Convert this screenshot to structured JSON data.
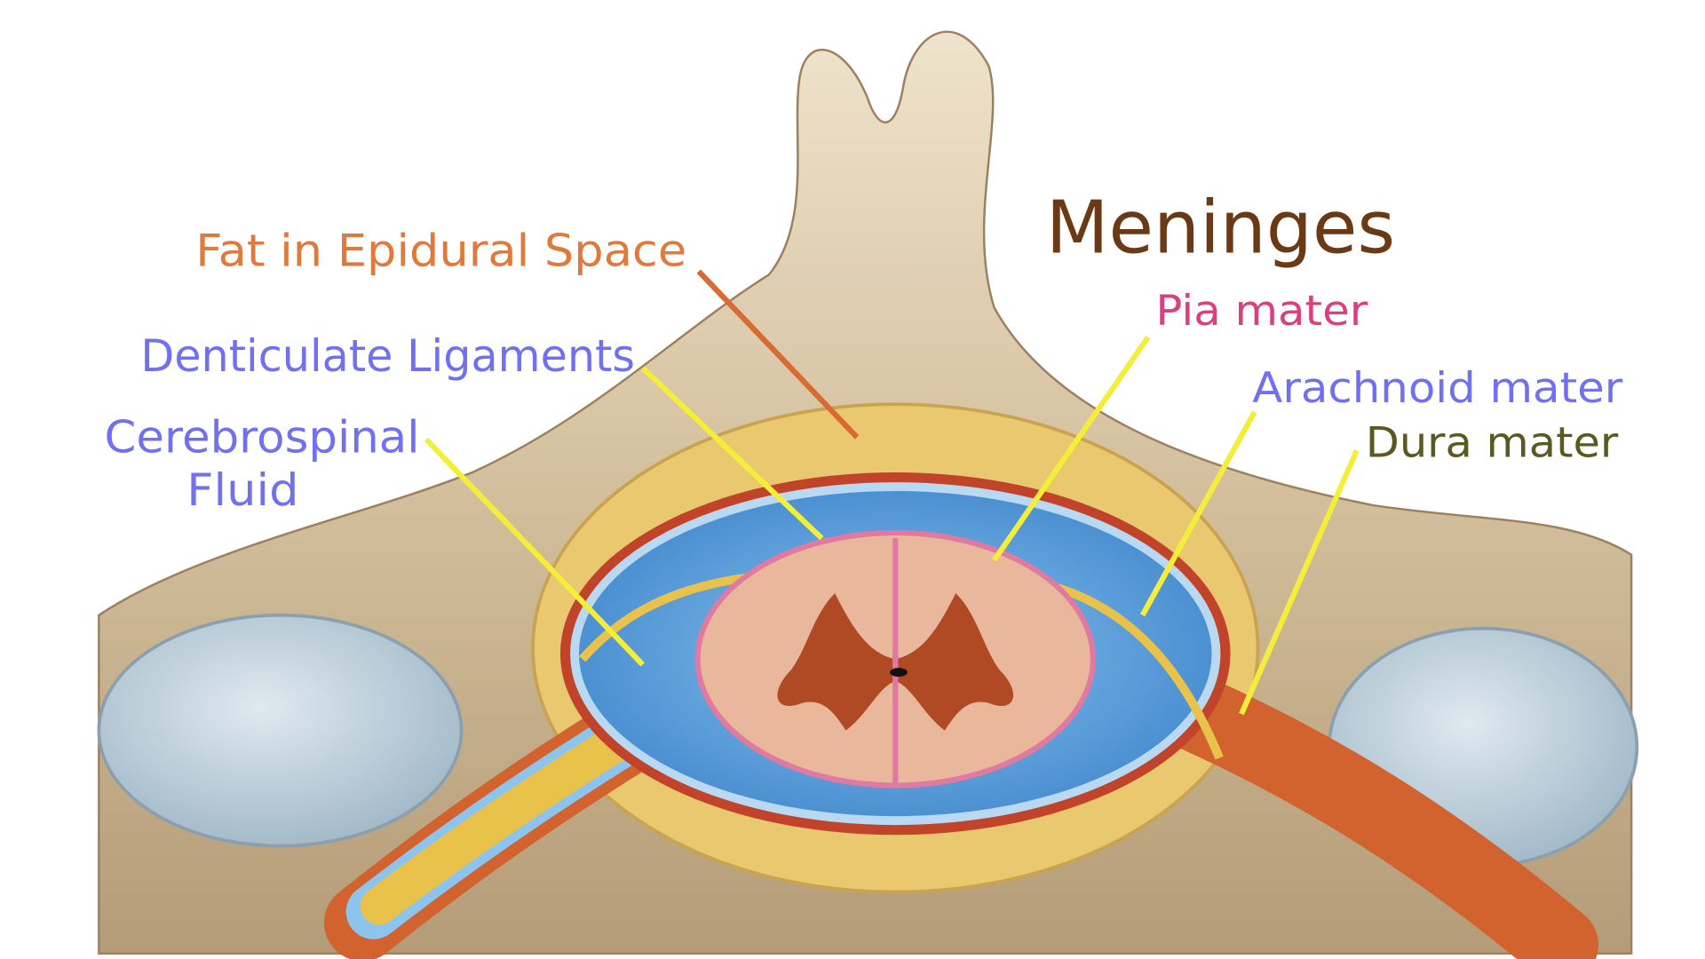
{
  "title": "Meninges",
  "labels": {
    "fat": "Fat in Epidural Space",
    "denticulate": "Denticulate Ligaments",
    "csf_line1": "Cerebrospinal",
    "csf_line2": "Fluid",
    "pia": "Pia mater",
    "arachnoid": "Arachnoid mater",
    "dura": "Dura mater"
  },
  "colors": {
    "title": "#6b3a14",
    "fat": "#e07a3c",
    "blue_label": "#7070f0",
    "pia": "#d8407e",
    "dura": "#5a5a20",
    "leader": "#f4ee3a"
  }
}
